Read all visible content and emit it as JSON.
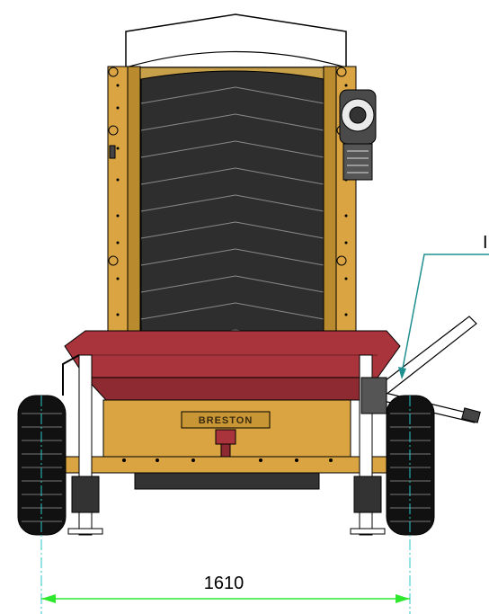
{
  "drawing": {
    "brand_label": "BRESTON",
    "dimension_value": "1610",
    "callout_partial_text": "I"
  },
  "colors": {
    "frame": "#d9a441",
    "frame_dark": "#b98a2e",
    "belt": "#2e2e2e",
    "hopper": "#a9343c",
    "tire": "#111111",
    "dimension_line": "#2ee82e",
    "centerline": "#29c7c7",
    "leader": "#1f8f8f"
  },
  "icons": [
    "arrow-left-icon",
    "arrow-right-icon"
  ]
}
